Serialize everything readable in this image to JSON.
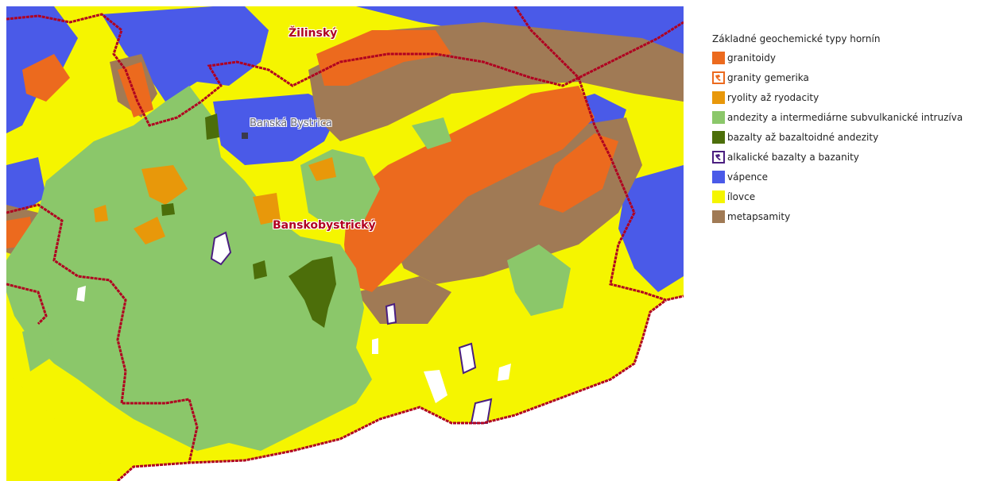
{
  "map": {
    "labels": {
      "zilinsky": "Žilinský",
      "banska_bystrica": "Banská Bystrica",
      "banskobystricky": "Banskobystrický"
    },
    "colors": {
      "yellow": "#f5f500",
      "orange": "#ec6a1e",
      "green": "#8bc76a",
      "blue": "#4a5ae8",
      "brown": "#a07a55",
      "darkgreen": "#4c6e0a",
      "ochre": "#e8980a",
      "purple": "#4a1e80",
      "border": "#b00020"
    }
  },
  "legend": {
    "title": "Základné geochemické typy hornín",
    "items": [
      {
        "label": "granitoidy",
        "color": "#ec6a1e",
        "style": "solid"
      },
      {
        "label": "granity gemerika",
        "color": "#ec6a1e",
        "style": "outline"
      },
      {
        "label": "ryolity až ryodacity",
        "color": "#e8980a",
        "style": "solid"
      },
      {
        "label": "andezity a intermediárne subvulkanické intruzíva",
        "color": "#8bc76a",
        "style": "solid"
      },
      {
        "label": "bazalty až bazaltoidné andezity",
        "color": "#4c6e0a",
        "style": "solid"
      },
      {
        "label": "alkalické bazalty a bazanity",
        "color": "#4a1e80",
        "style": "outline"
      },
      {
        "label": "vápence",
        "color": "#4a5ae8",
        "style": "solid"
      },
      {
        "label": "ílovce",
        "color": "#f5f500",
        "style": "solid"
      },
      {
        "label": "metapsamity",
        "color": "#a07a55",
        "style": "solid"
      }
    ]
  }
}
